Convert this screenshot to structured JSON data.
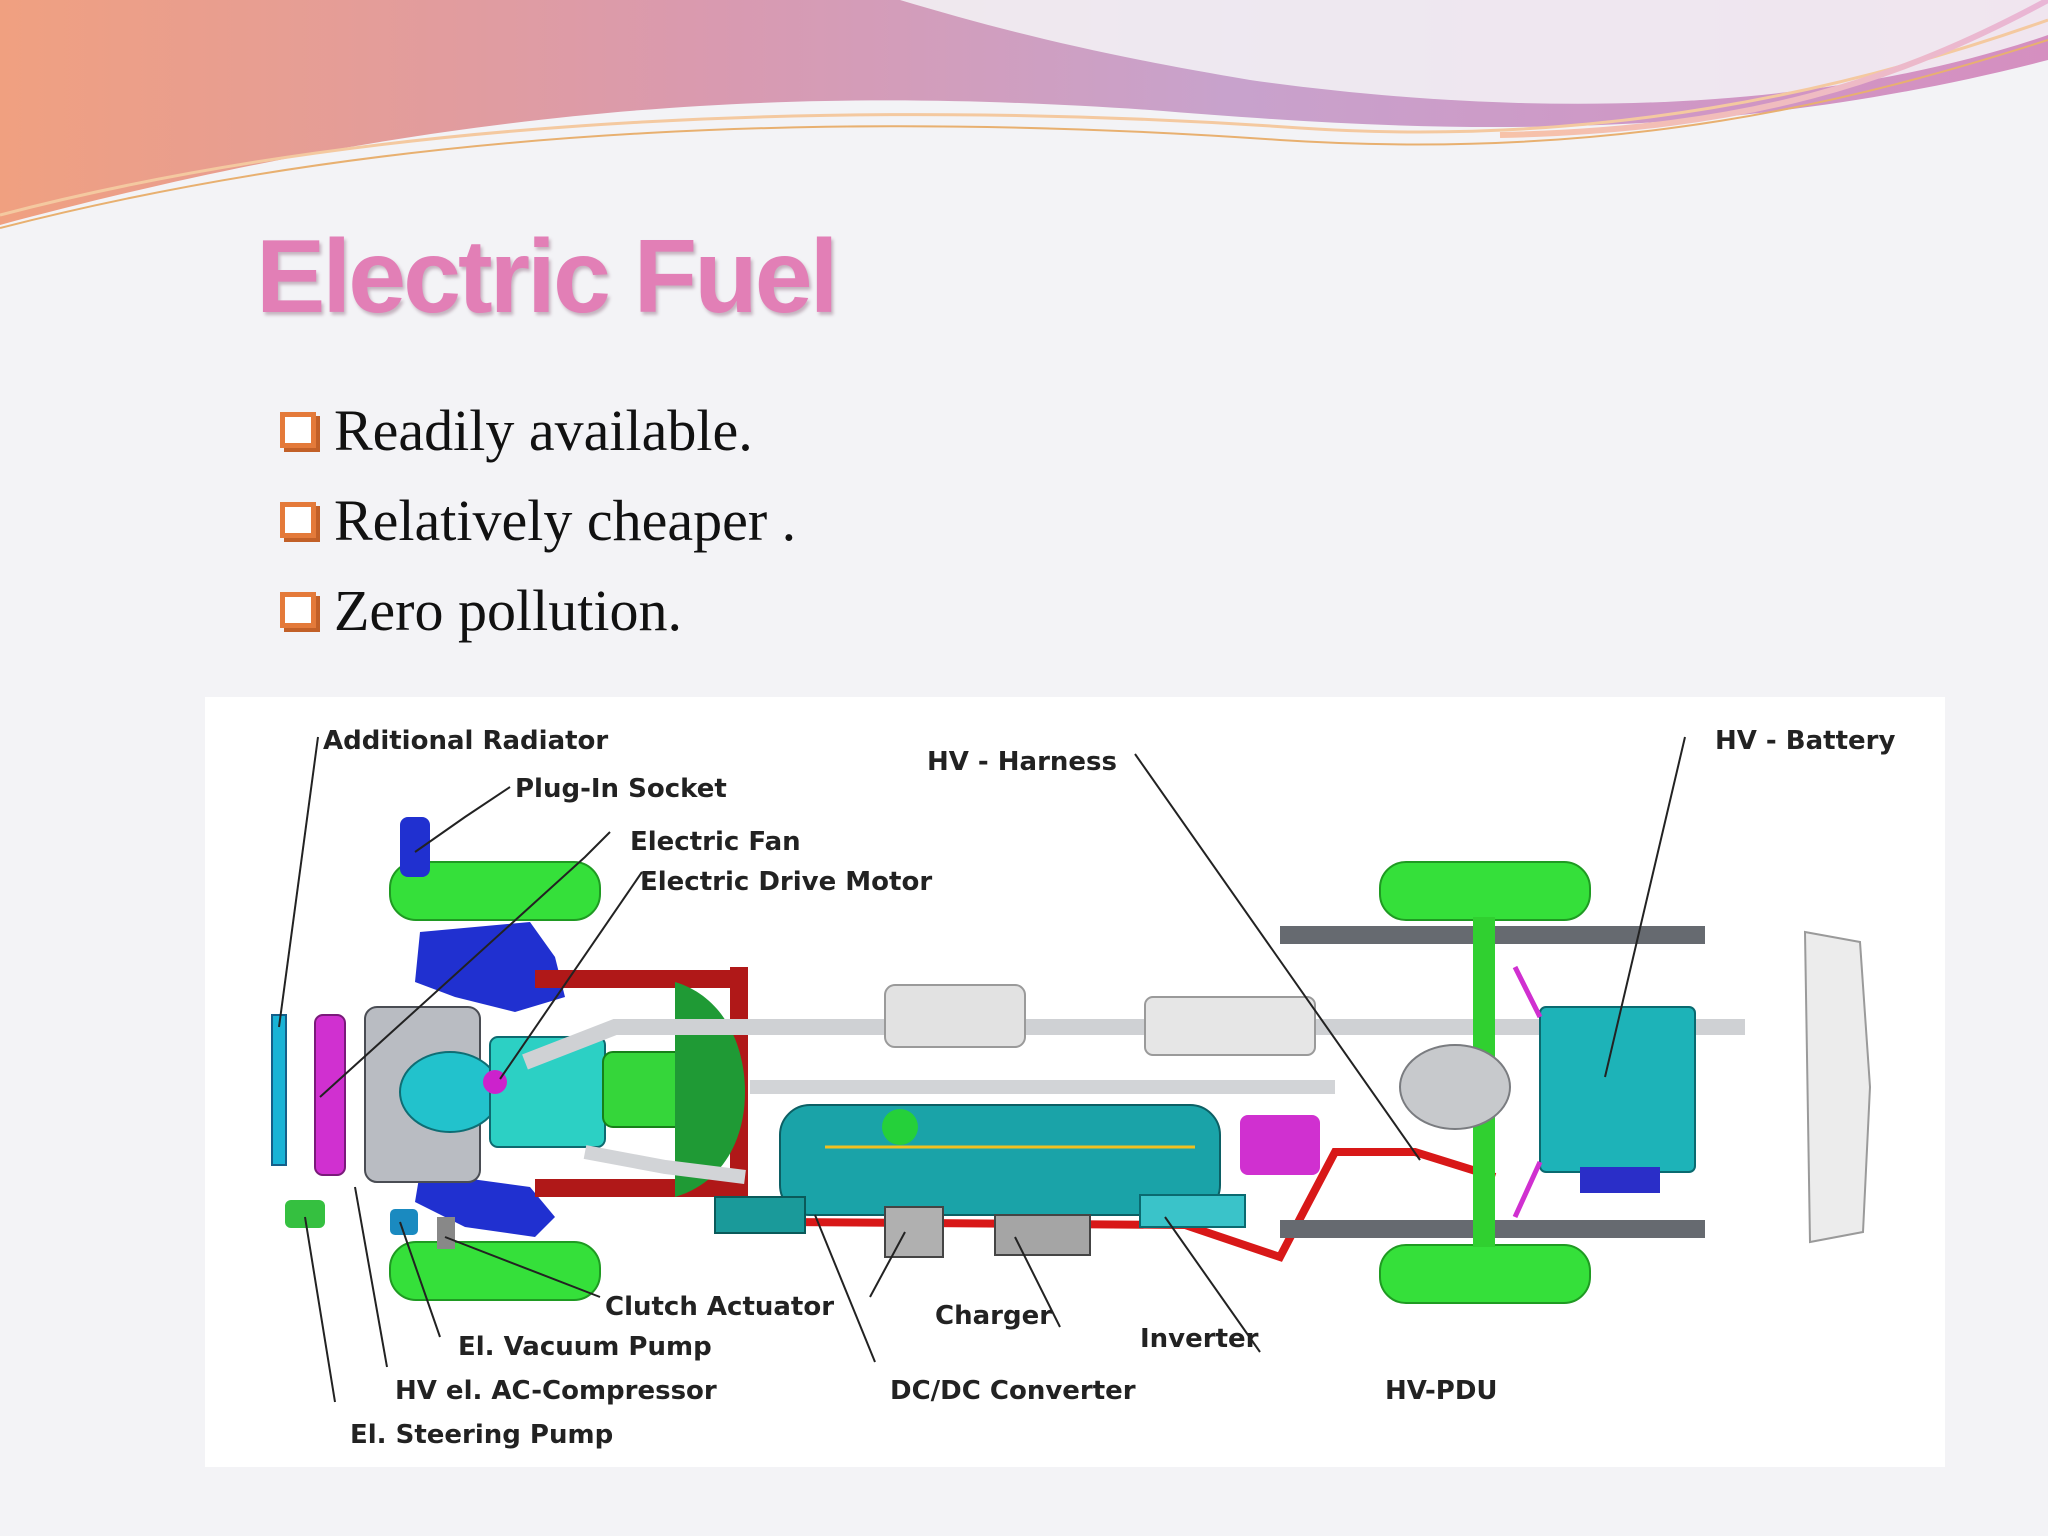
{
  "slide": {
    "title": "Electric Fuel",
    "bullets": [
      "Readily available.",
      "Relatively cheaper .",
      "Zero pollution."
    ]
  },
  "diagram": {
    "labels": {
      "additional_radiator": "Additional Radiator",
      "plug_in_socket": "Plug-In Socket",
      "electric_fan": "Electric Fan",
      "electric_drive_motor": "Electric Drive Motor",
      "hv_harness": "HV - Harness",
      "hv_battery": "HV - Battery",
      "clutch_actuator": "Clutch Actuator",
      "el_vacuum_pump": "El. Vacuum Pump",
      "hv_ac_compressor": "HV el. AC-Compressor",
      "el_steering_pump": "El. Steering Pump",
      "charger": "Charger",
      "inverter": "Inverter",
      "dc_dc_converter": "DC/DC Converter",
      "hv_pdu": "HV-PDU"
    },
    "colors": {
      "wheel": "#35e03a",
      "frame_blue": "#2030d0",
      "cooling_teal": "#1aa3a8",
      "battery_teal": "#1db3b8",
      "hv_cable_red": "#d81818",
      "magenta": "#d030d0",
      "exhaust_gray": "#dcdcdc",
      "axle_gray": "#666a70"
    }
  },
  "theme": {
    "title_color": "#e27fb6",
    "bullet_marker_color": "#e47a3a"
  }
}
